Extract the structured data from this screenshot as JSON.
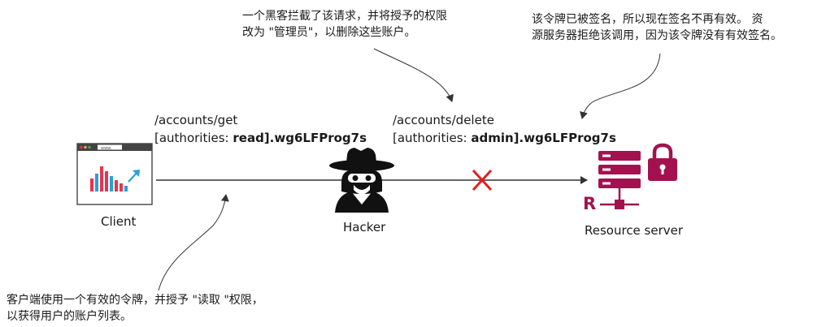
{
  "notes": {
    "top_middle": [
      "一个黑客拦截了该请求，并将授予的权限",
      "改为 \"管理员\"，以删除这些账户。"
    ],
    "top_right": [
      "该令牌已被签名，所以现在签名不再有效。 资",
      "源服务器拒绝该调用，因为该令牌没有有效签名。"
    ],
    "bottom_left": [
      "客户端使用一个有效的令牌，并授予 \"读取 \"权限，",
      "以获得用户的账户列表。"
    ]
  },
  "requests": {
    "get": {
      "path": "/accounts/get",
      "prefix": "[authorities: ",
      "token": "read].wg6LFProg7s"
    },
    "delete": {
      "path": "/accounts/delete",
      "prefix": "[authorities: ",
      "token": "admin].wg6LFProg7s"
    }
  },
  "nodes": {
    "client": "Client",
    "hacker": "Hacker",
    "server": "Resource server",
    "server_badge": "R",
    "browser_url": "www."
  },
  "colors": {
    "server": "#a3124f",
    "cross": "#e02020",
    "chart_red": "#e8344e",
    "chart_blue": "#2a9fd8",
    "line": "#333333"
  }
}
